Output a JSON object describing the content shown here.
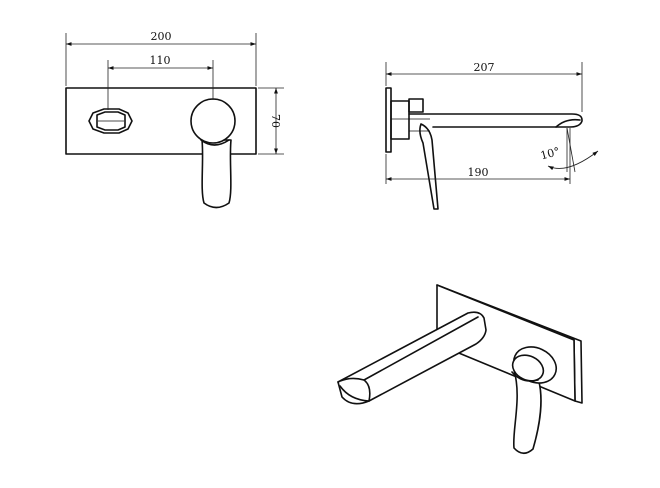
{
  "front_view": {
    "dim_overall_width": "200",
    "dim_center_distance": "110",
    "dim_height": "70"
  },
  "side_view": {
    "dim_spout_total": "207",
    "dim_spout_reach": "190",
    "dim_angle": "10°"
  }
}
